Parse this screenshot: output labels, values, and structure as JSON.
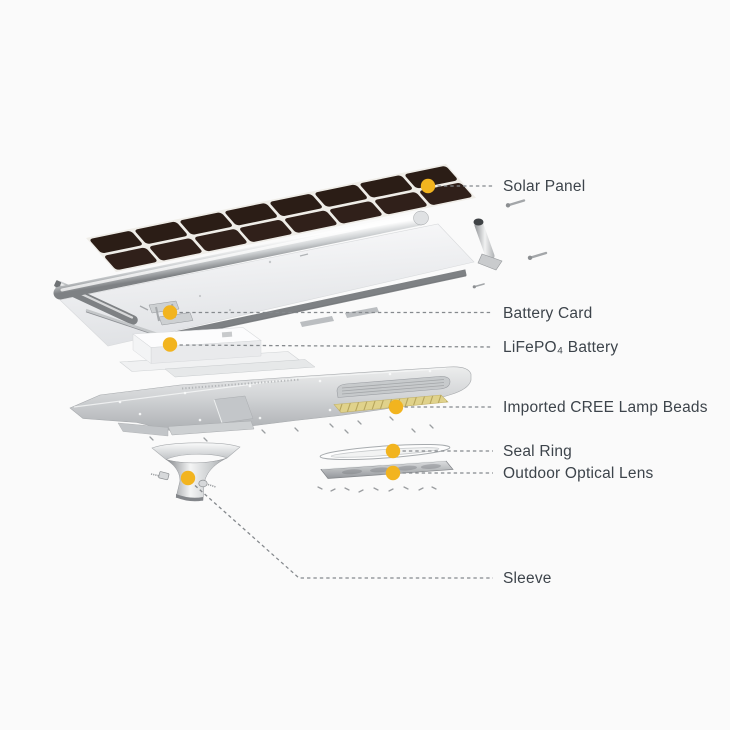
{
  "diagram": {
    "name": "solar-street-light-exploded-view",
    "background_color": "#fafafa",
    "accent_dot_color": "#F2B41F",
    "leader_line_color": "#85898d",
    "label_color": "#3d444b",
    "solar_cell_color": "#2b1d16",
    "metal_color": "#cdd0d2",
    "parts": [
      {
        "id": "solar-panel",
        "label": "Solar Panel"
      },
      {
        "id": "battery-card",
        "label": "Battery Card"
      },
      {
        "id": "lifepo4-battery",
        "label": "LiFePO₄ Battery"
      },
      {
        "id": "imported-cree-lamp-beads",
        "label": "Imported CREE Lamp Beads"
      },
      {
        "id": "seal-ring",
        "label": "Seal Ring"
      },
      {
        "id": "outdoor-optical-lens",
        "label": "Outdoor Optical Lens"
      },
      {
        "id": "sleeve",
        "label": "Sleeve"
      }
    ]
  }
}
